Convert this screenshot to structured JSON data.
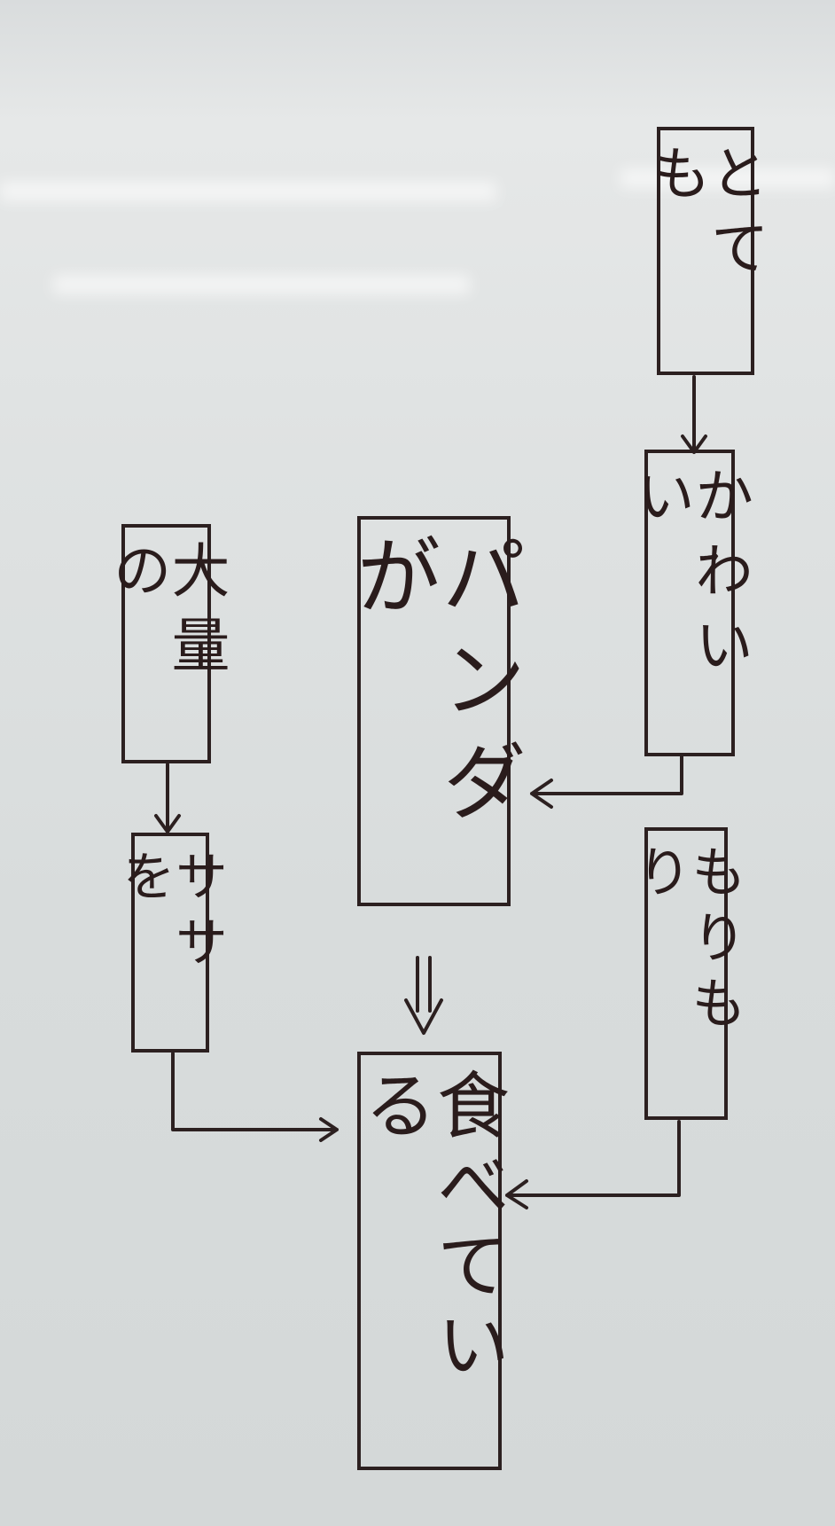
{
  "diagram": {
    "nodes": {
      "totemo": "とても",
      "kawaii": "かわいい",
      "pandaga": "パンダが",
      "tairyouno": "大量の",
      "sasawo": "ササを",
      "morimori": "もりもり",
      "tabeteiru": "食べている"
    },
    "edges": [
      {
        "from": "totemo",
        "to": "kawaii",
        "style": "arrow"
      },
      {
        "from": "kawaii",
        "to": "pandaga",
        "style": "arrow"
      },
      {
        "from": "tairyouno",
        "to": "sasawo",
        "style": "arrow"
      },
      {
        "from": "sasawo",
        "to": "tabeteiru",
        "style": "arrow"
      },
      {
        "from": "morimori",
        "to": "tabeteiru",
        "style": "arrow"
      },
      {
        "from": "pandaga",
        "to": "tabeteiru",
        "style": "double-arrow"
      }
    ],
    "ink_color": "#2c2020",
    "board_color": "#dcdfdf"
  }
}
